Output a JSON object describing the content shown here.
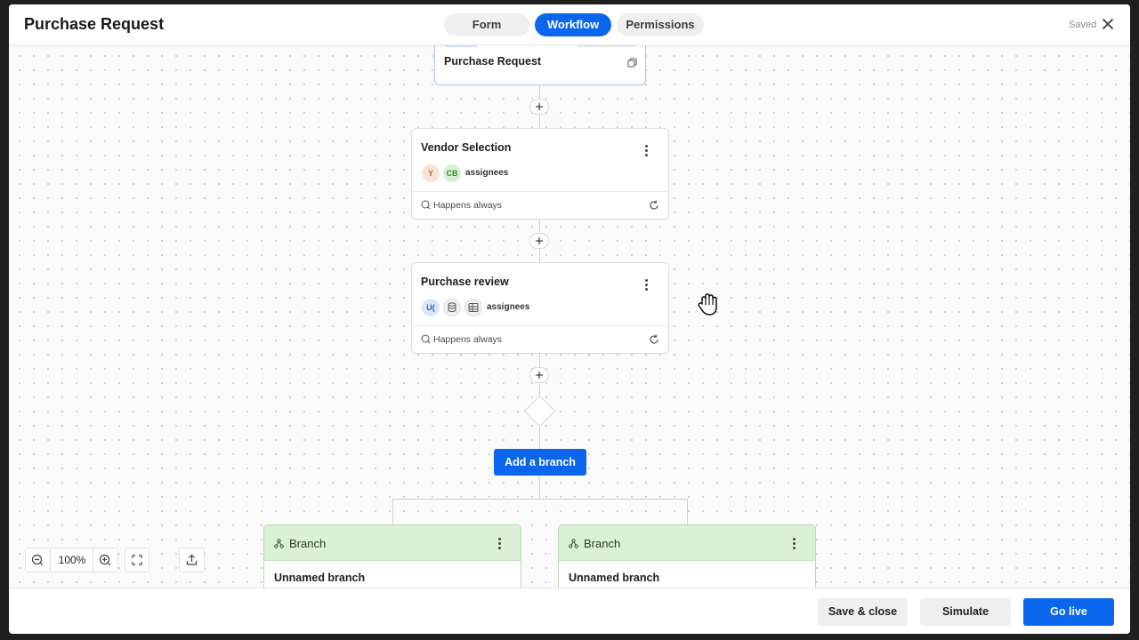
{
  "window": {
    "title": "Purchase Request",
    "saved_label": "Saved"
  },
  "tabs": [
    {
      "label": "Form",
      "active": false
    },
    {
      "label": "Workflow",
      "active": true
    },
    {
      "label": "Permissions",
      "active": false
    }
  ],
  "workflow": {
    "start_node": {
      "title": "Purchase Request"
    },
    "steps": [
      {
        "title": "Vendor Selection",
        "avatars": [
          "Y",
          "CB"
        ],
        "assignees_label": "assignees",
        "condition": "Happens always"
      },
      {
        "title": "Purchase review",
        "avatars": [
          "U("
        ],
        "assignees_label": "assignees",
        "condition": "Happens always"
      }
    ],
    "add_branch_label": "Add a branch",
    "branches": [
      {
        "header": "Branch",
        "name": "Unnamed branch"
      },
      {
        "header": "Branch",
        "name": "Unnamed branch"
      }
    ]
  },
  "zoom": {
    "level": "100%"
  },
  "footer": {
    "save_close": "Save & close",
    "simulate": "Simulate",
    "go_live": "Go live"
  },
  "colors": {
    "accent": "#0b66ee",
    "branch_header": "#dcf0d8",
    "canvas": "#fbfbfb"
  }
}
